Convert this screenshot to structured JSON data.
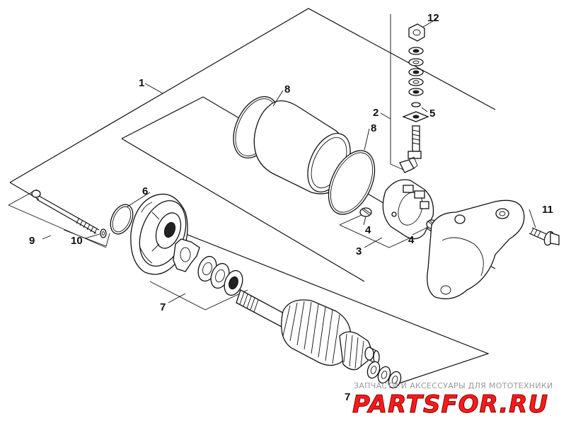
{
  "callouts": {
    "c1": "1",
    "c2": "2",
    "c3": "3",
    "c4a": "4",
    "c4b": "4",
    "c5": "5",
    "c6": "6",
    "c7a": "7",
    "c7b": "7",
    "c8a": "8",
    "c8b": "8",
    "c9": "9",
    "c10": "10",
    "c11": "11",
    "c12": "12"
  },
  "watermark": {
    "tagline": "ЗАПЧАСТИ И АКСЕССУАРЫ ДЛЯ МОТОТЕХНИКИ",
    "brand": "PARTSFOR.RU"
  },
  "colors": {
    "line": "#111111",
    "background": "#ffffff",
    "brand_red": "#ff1a1a"
  }
}
